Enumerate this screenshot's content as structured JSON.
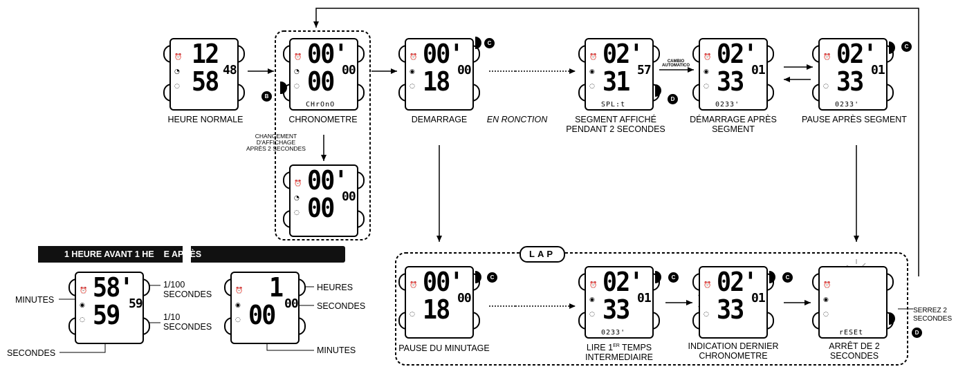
{
  "labels": {
    "heure_normale": "HEURE NORMALE",
    "chronometre": "CHRONOMETRE",
    "changement": [
      "CHANGEMENT",
      "D'AFFICHAGE",
      "APRÈS 2 SECONDES"
    ],
    "demarrage": "DEMARRAGE",
    "en_ronction": "EN RONCTION",
    "segment_affiche": [
      "SEGMENT AFFICHÉ",
      "PENDANT 2 SECONDES"
    ],
    "cambio_automatico": [
      "CAMBIO",
      "AUTOMATICO"
    ],
    "demarrage_apres_segment": [
      "DÉMARRAGE APRÈS",
      "SEGMENT"
    ],
    "pause_apres_segment": "PAUSE APRÈS SEGMENT",
    "lap": "LAP",
    "pause_du_minutage": "PAUSE DU MINUTAGE",
    "lire_1er": [
      "LIRE 1",
      "ER",
      " TEMPS",
      "INTERMEDIAIRE"
    ],
    "indication_dernier": [
      "INDICATION DERNIER",
      "CHRONOMETRE"
    ],
    "arret_2_secondes": [
      "ARRÊT DE 2",
      "SECONDES"
    ],
    "serrez_2": [
      "SERREZ 2",
      "SECONDES"
    ],
    "banner": "1 HEURE AVANT 1 HE",
    "banner_end": "E APRÈS",
    "minutes": "MINUTES",
    "secondes": "SECONDES",
    "centiemes": [
      "1/100",
      "SECONDES"
    ],
    "dixiemes": [
      "1/10",
      "SECONDES"
    ],
    "heures": "HEURES",
    "secondes_right": "SECONDES",
    "minutes_right": "MINUTES"
  },
  "buttons": {
    "b": "B",
    "c": "C",
    "d": "D"
  },
  "icons": {
    "alarm": "⏰",
    "clock": "◔",
    "circle": "◉",
    "small": "◌"
  },
  "watches": {
    "w1": {
      "top": "12",
      "bot": "58",
      "sm": "48"
    },
    "w2": {
      "top": "00'",
      "bot": "00",
      "sm": "00",
      "sub": "CHrOnO"
    },
    "w3": {
      "top": "00'",
      "bot": "00",
      "sm": "00"
    },
    "w4": {
      "top": "00'",
      "bot": "18",
      "sm": "00"
    },
    "w5": {
      "top": "02'",
      "bot": "31",
      "sm": "57",
      "sub": "SPL:t"
    },
    "w6": {
      "top": "02'",
      "bot": "33",
      "sm": "01",
      "sub": "0233'"
    },
    "w7": {
      "top": "02'",
      "bot": "33",
      "sm": "01",
      "sub": "0233'"
    },
    "w8": {
      "top": "00'",
      "bot": "18",
      "sm": "00"
    },
    "w9": {
      "top": "02'",
      "bot": "33",
      "sm": "01",
      "sub": "0233'"
    },
    "w10": {
      "top": "02'",
      "bot": "33",
      "sm": "01"
    },
    "w11": {
      "sub": "rESEt"
    },
    "w12": {
      "top": "58'",
      "bot": "59",
      "sm": "59"
    },
    "w13": {
      "top": "1",
      "bot": "00",
      "sm": "00"
    }
  }
}
